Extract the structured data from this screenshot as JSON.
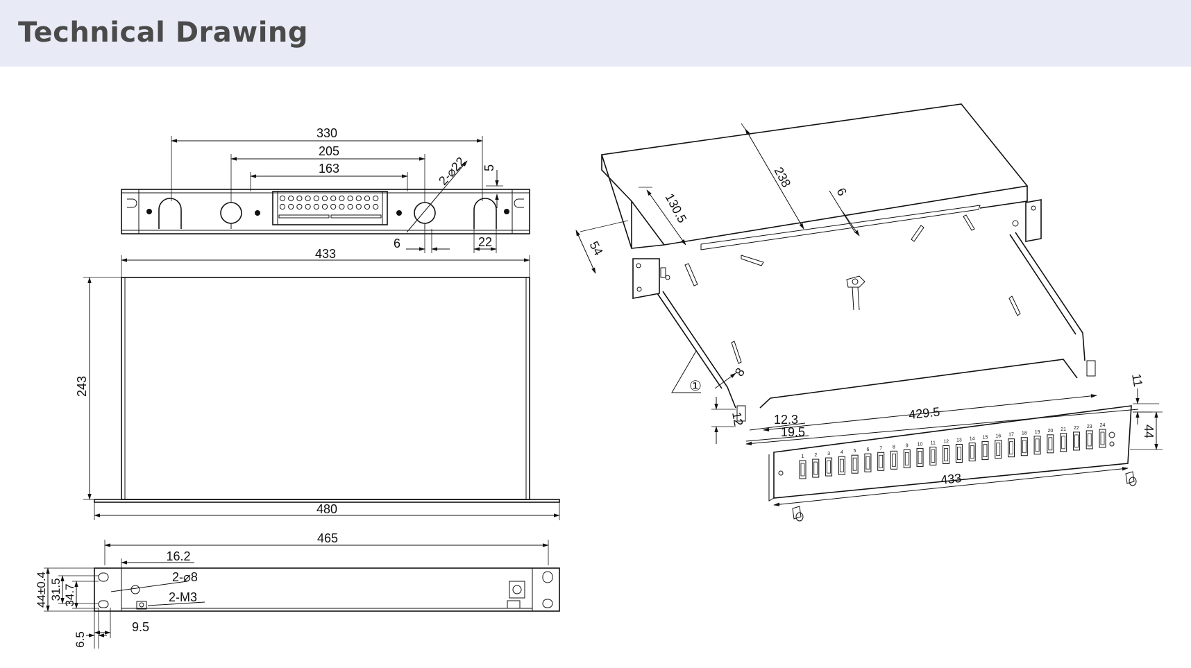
{
  "header": {
    "title": "Technical Drawing"
  },
  "front_view": {
    "dims": {
      "d330": "330",
      "d205": "205",
      "d163": "163",
      "hole": "2-⌀22",
      "d5": "5",
      "d6": "6",
      "d22": "22"
    },
    "adapter_count": 24
  },
  "top_view": {
    "dims": {
      "width": "433",
      "depth": "243",
      "overall": "480"
    }
  },
  "side_view": {
    "dims": {
      "length": "465",
      "d162": "16.2",
      "hole8": "2-⌀8",
      "screw": "2-M3",
      "height": "44±0.4",
      "d315": "31.5",
      "d347": "34.7",
      "d65": "6.5",
      "d95": "9.5"
    }
  },
  "iso_view": {
    "dims": {
      "d238": "238",
      "d1305": "130.5",
      "d6": "6",
      "d54": "54",
      "d8": "8",
      "circle1": "①",
      "d12": "12",
      "d123": "12.3",
      "d4295": "429.5",
      "d195": "19.5",
      "d11": "11",
      "d44": "44",
      "d433": "433"
    },
    "port_count": 24
  }
}
